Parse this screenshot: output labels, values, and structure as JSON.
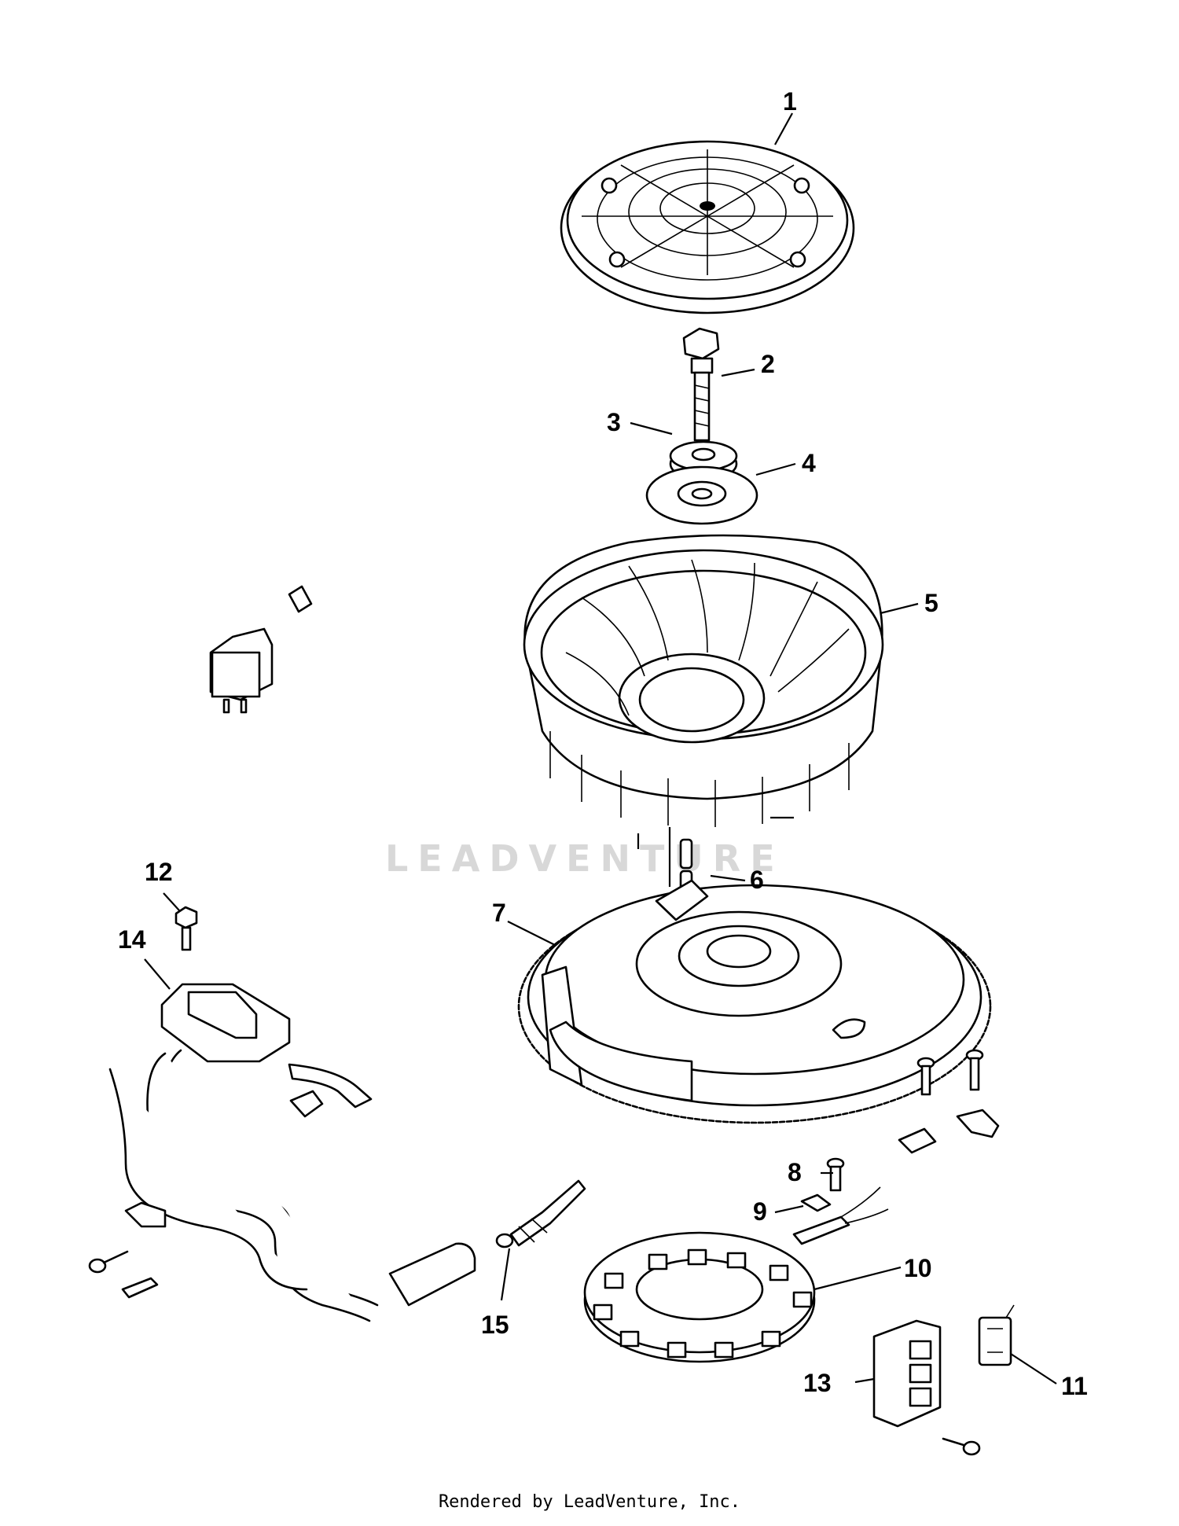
{
  "diagram": {
    "watermark": "LEADVENTURE",
    "callouts": [
      "1",
      "2",
      "3",
      "4",
      "5",
      "6",
      "7",
      "8",
      "9",
      "10",
      "11",
      "12",
      "13",
      "14",
      "15"
    ]
  },
  "footer": {
    "text": "Rendered by LeadVenture, Inc."
  },
  "colors": {
    "ink": "#000000",
    "watermark": "#d8d8d8",
    "background": "#ffffff"
  }
}
